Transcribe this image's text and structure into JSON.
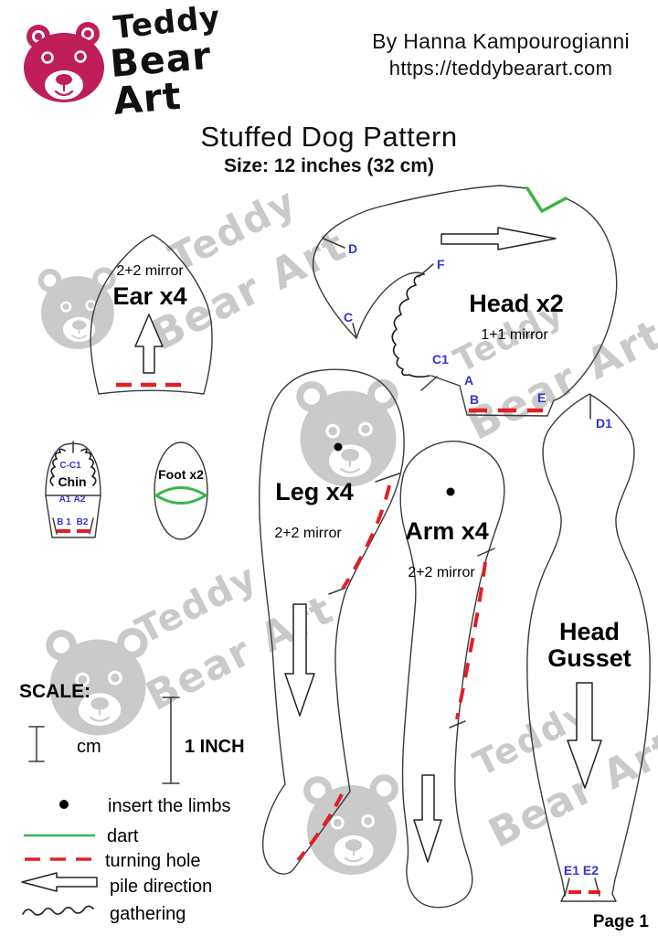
{
  "header": {
    "brand_line1": "Teddy",
    "brand_line2": "Bear Art",
    "byline": "By Hanna Kampourogianni",
    "website": "https://teddybearart.com"
  },
  "title": "Stuffed Dog Pattern",
  "subtitle": "Size: 12 inches (32 cm)",
  "watermark": {
    "line1": "Teddy",
    "line2": "Bear Art"
  },
  "pieces": {
    "ear": {
      "title": "Ear x4",
      "mirror": "2+2 mirror"
    },
    "head": {
      "title": "Head x2",
      "mirror": "1+1 mirror",
      "label_d": "D",
      "label_f": "F",
      "label_c": "C",
      "label_c1": "C1",
      "label_a": "A",
      "label_b": "B",
      "label_e": "E"
    },
    "chin": {
      "title": "Chin",
      "label_cc1": "C-C1",
      "label_a1": "A1",
      "label_a2": "A2",
      "label_b1": "B 1",
      "label_b2": "B2"
    },
    "foot": {
      "title": "Foot x2"
    },
    "leg": {
      "title": "Leg x4",
      "mirror": "2+2 mirror"
    },
    "arm": {
      "title": "Arm x4",
      "mirror": "2+2 mirror"
    },
    "head_gusset": {
      "title_line1": "Head",
      "title_line2": "Gusset",
      "label_d1": "D1",
      "label_e1e2": "E1 E2"
    }
  },
  "scale": {
    "heading": "SCALE:",
    "cm_label": "cm",
    "inch_label": "1 INCH"
  },
  "legend": {
    "items": [
      {
        "label": "insert the limbs"
      },
      {
        "label": "dart"
      },
      {
        "label": "turning hole"
      },
      {
        "label": "pile direction"
      },
      {
        "label": "gathering"
      }
    ]
  },
  "footer": {
    "page": "Page 1"
  },
  "colors": {
    "brand_pink": "#c01d5b",
    "label_blue": "#3434d0",
    "dart_green": "#3cb54a",
    "turning_hole_red": "#e02025",
    "watermark_gray": "#cacaca"
  }
}
